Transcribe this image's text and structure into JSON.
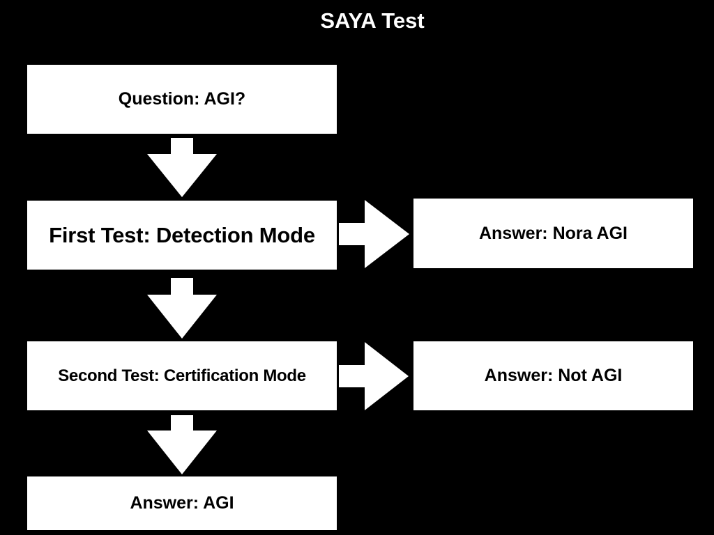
{
  "title": "SAYA Test",
  "nodes": {
    "question": "Question: AGI?",
    "first_test": "First Test: Detection Mode",
    "second_test": "Second Test: Certification Mode",
    "answer_agi": "Answer: AGI",
    "answer_nora": "Answer: Nora AGI",
    "answer_not_agi": "Answer: Not AGI"
  },
  "colors": {
    "background": "#000000",
    "box": "#ffffff",
    "arrow": "#ffffff",
    "text_on_box": "#000000",
    "title_text": "#ffffff"
  },
  "edges": [
    {
      "from": "question",
      "to": "first_test",
      "direction": "down"
    },
    {
      "from": "first_test",
      "to": "answer_nora",
      "direction": "right"
    },
    {
      "from": "first_test",
      "to": "second_test",
      "direction": "down"
    },
    {
      "from": "second_test",
      "to": "answer_not_agi",
      "direction": "right"
    },
    {
      "from": "second_test",
      "to": "answer_agi",
      "direction": "down"
    }
  ]
}
